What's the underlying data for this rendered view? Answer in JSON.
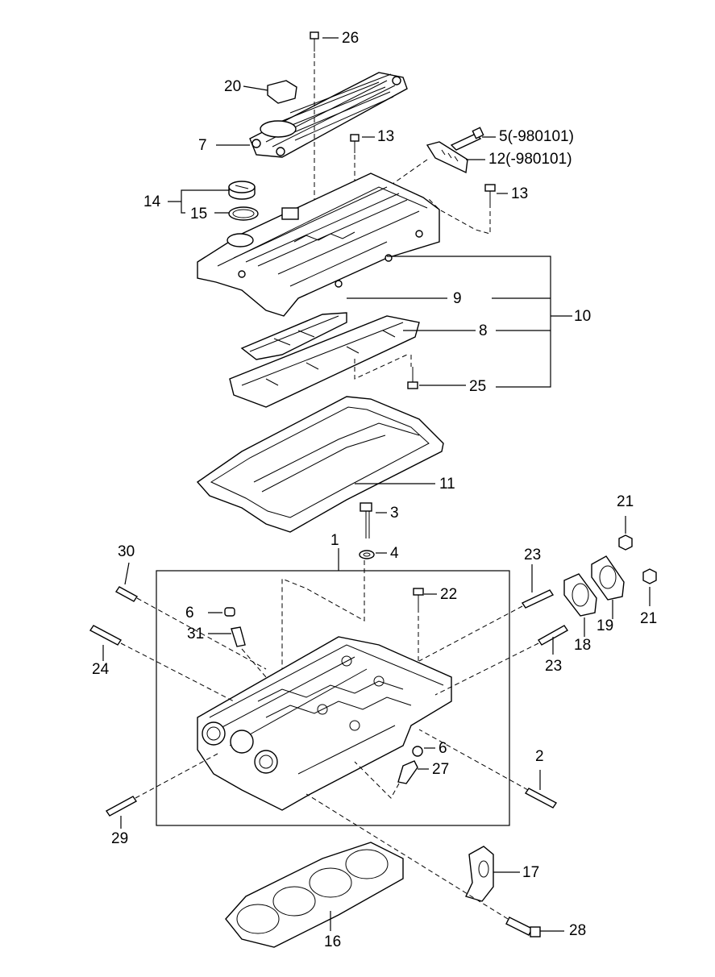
{
  "callouts": {
    "c1": "1",
    "c2": "2",
    "c3": "3",
    "c4": "4",
    "c5": "5(-980101)",
    "c6a": "6",
    "c6b": "6",
    "c7": "7",
    "c8": "8",
    "c9": "9",
    "c10": "10",
    "c11": "11",
    "c12": "12(-980101)",
    "c13a": "13",
    "c13b": "13",
    "c14": "14",
    "c15": "15",
    "c16": "16",
    "c17": "17",
    "c18": "18",
    "c19": "19",
    "c20": "20",
    "c21a": "21",
    "c21b": "21",
    "c22": "22",
    "c23a": "23",
    "c23b": "23",
    "c24": "24",
    "c25": "25",
    "c26": "26",
    "c27": "27",
    "c28": "28",
    "c29": "29",
    "c30": "30",
    "c31": "31"
  },
  "colors": {
    "line": "#000000",
    "background": "#ffffff"
  }
}
